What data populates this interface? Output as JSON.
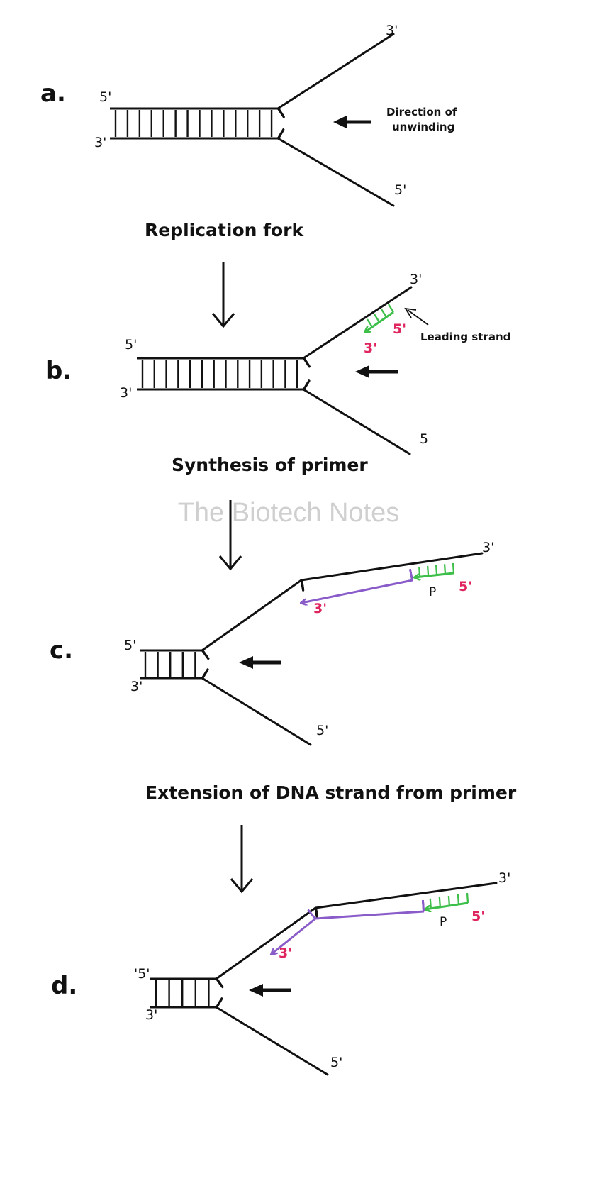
{
  "watermark": "The Biotech Notes",
  "colors": {
    "strand": "#111111",
    "primer": "#3dbf4a",
    "new_strand": "#8a5cc9",
    "end_label_highlight": "#e0245e"
  },
  "panels": [
    {
      "id": "a",
      "label": "a.",
      "ends": {
        "top_left": "5'",
        "bottom_left": "3'",
        "top_right": "3'",
        "bottom_right": "5'"
      },
      "annotation": {
        "line1": "Direction of",
        "line2": "unwinding"
      },
      "caption": "Replication fork"
    },
    {
      "id": "b",
      "label": "b.",
      "ends": {
        "top_left": "5'",
        "bottom_left": "3'",
        "top_right": "3'",
        "bottom_right": "5"
      },
      "primer_ends": {
        "five_prime": "5'",
        "three_prime": "3'"
      },
      "annotation": {
        "line1": "Leading strand"
      },
      "caption": "Synthesis of primer"
    },
    {
      "id": "c",
      "label": "c.",
      "ends": {
        "top_left": "5'",
        "bottom_left": "3'",
        "top_right": "3'",
        "bottom_right": "5'"
      },
      "primer_ends": {
        "five_prime": "5'",
        "three_prime": "3'",
        "primer_mark": "P"
      },
      "caption": "Extension of DNA strand from primer"
    },
    {
      "id": "d",
      "label": "d.",
      "ends": {
        "top_left": "'5'",
        "bottom_left": "3'",
        "top_right": "3'",
        "bottom_right": "5'"
      },
      "primer_ends": {
        "five_prime": "5'",
        "three_prime": "3'",
        "primer_mark": "P"
      }
    }
  ]
}
